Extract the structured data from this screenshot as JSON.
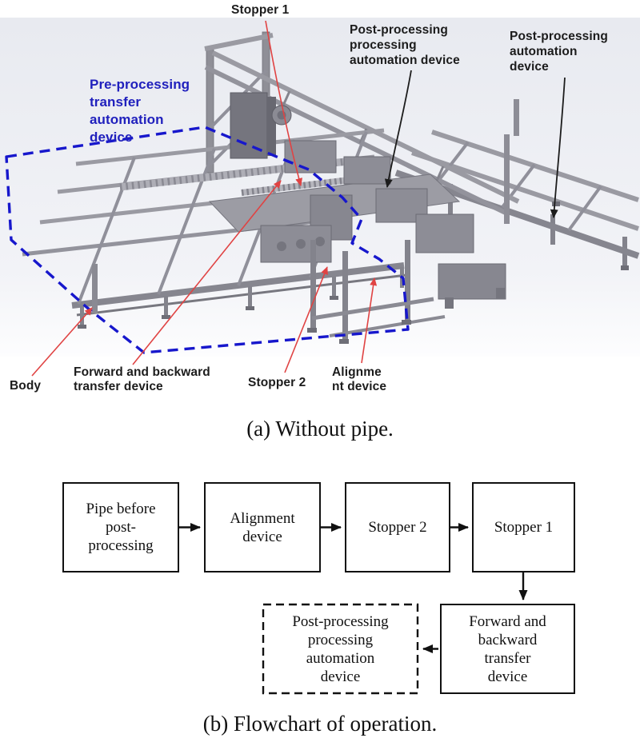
{
  "panel_a": {
    "caption": "(a) Without pipe.",
    "labels": {
      "stopper1": "Stopper 1",
      "post_processing_processing": "Post-processing\nprocessing\nautomation device",
      "post_processing_automation": "Post-processing\nautomation\ndevice",
      "pre_processing_transfer": "Pre-processing\ntransfer\nautomation\ndevice",
      "body": "Body",
      "forward_backward": "Forward and backward\ntransfer device",
      "stopper2": "Stopper 2",
      "alignment": "Alignme\nnt device"
    },
    "colors": {
      "highlight_blue": "#2020bd",
      "dashed_outline_blue": "#1717cc",
      "leader_red": "#e04343",
      "leader_black": "#1c1c1c",
      "machine_gray": "#97979f"
    }
  },
  "panel_b": {
    "caption": "(b) Flowchart of operation.",
    "boxes": [
      {
        "id": "pipe-before-post-processing",
        "label": "Pipe before\npost-\nprocessing",
        "border": "solid"
      },
      {
        "id": "alignment-device",
        "label": "Alignment\ndevice",
        "border": "solid"
      },
      {
        "id": "stopper-2",
        "label": "Stopper 2",
        "border": "solid"
      },
      {
        "id": "stopper-1",
        "label": "Stopper 1",
        "border": "solid"
      },
      {
        "id": "post-processing-processing-automation-device",
        "label": "Post-processing\nprocessing\nautomation\ndevice",
        "border": "dashed"
      },
      {
        "id": "forward-backward-transfer-device",
        "label": "Forward and\nbackward\ntransfer\ndevice",
        "border": "solid"
      }
    ]
  }
}
